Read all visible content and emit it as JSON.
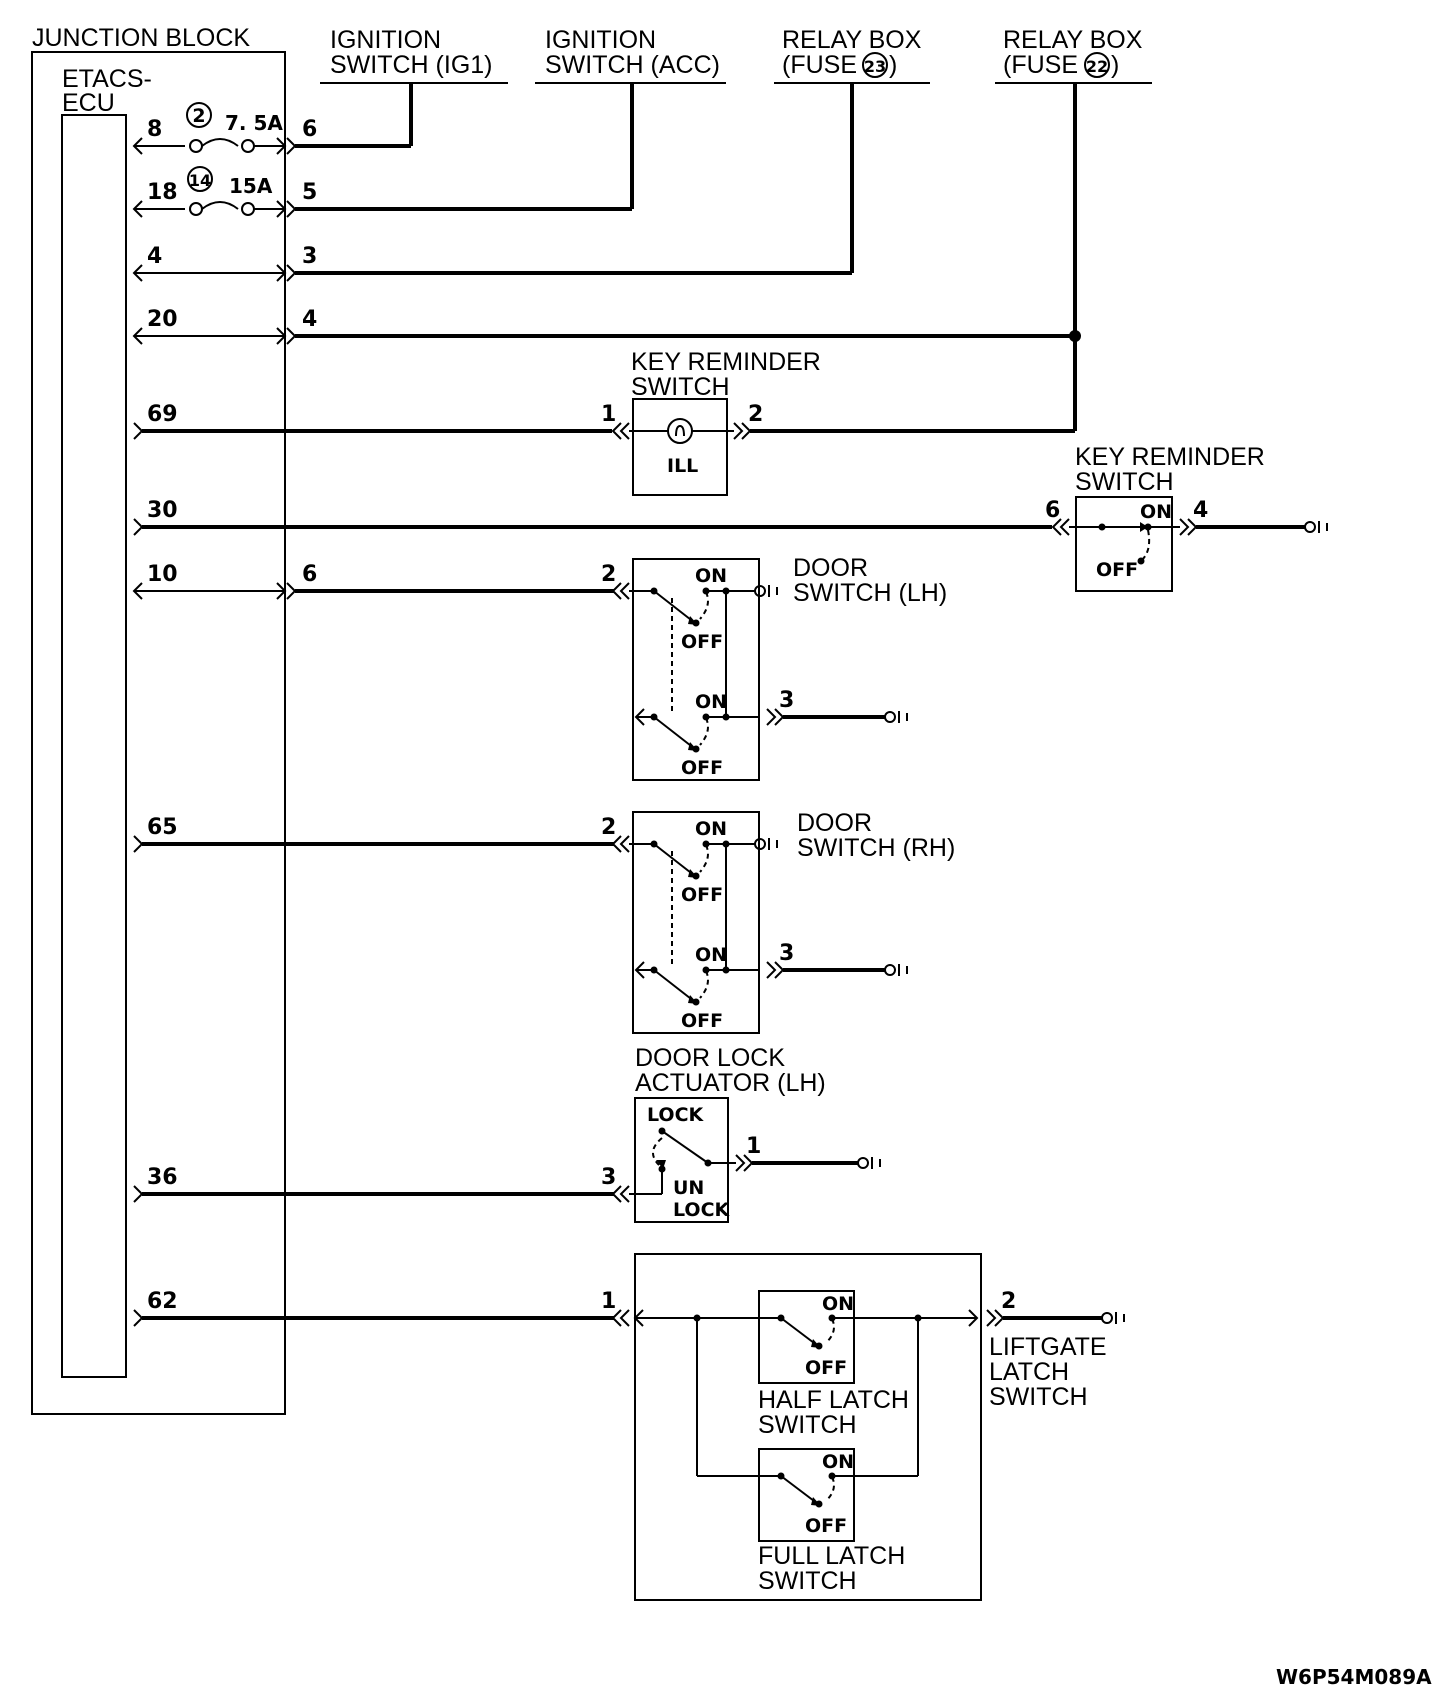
{
  "labels": {
    "junction_block": "JUNCTION BLOCK",
    "etacs_1": "ETACS-",
    "etacs_2": "ECU",
    "ig1_1": "IGNITION",
    "ig1_2": "SWITCH (IG1)",
    "acc_1": "IGNITION",
    "acc_2": "SWITCH (ACC)",
    "relay23_1": "RELAY BOX",
    "relay23_2a": "(FUSE",
    "relay23_num": "23",
    "relay23_2b": ")",
    "relay22_1": "RELAY BOX",
    "relay22_2a": "(FUSE",
    "relay22_num": "22",
    "relay22_2b": ")",
    "key_rem_1_1": "KEY REMINDER",
    "key_rem_1_2": "SWITCH",
    "key_rem_2_1": "KEY REMINDER",
    "key_rem_2_2": "SWITCH",
    "door_lh_1": "DOOR",
    "door_lh_2": "SWITCH (LH)",
    "door_rh_1": "DOOR",
    "door_rh_2": "SWITCH (RH)",
    "dla_1": "DOOR LOCK",
    "dla_2": "ACTUATOR (LH)",
    "half_1": "HALF LATCH",
    "half_2": "SWITCH",
    "full_1": "FULL LATCH",
    "full_2": "SWITCH",
    "liftgate_1": "LIFTGATE",
    "liftgate_2": "LATCH",
    "liftgate_3": "SWITCH",
    "diagram_code": "W6P54M089A"
  },
  "fuses": {
    "f1_num": "2",
    "f1_rating": "7. 5A",
    "f2_num": "14",
    "f2_rating": "15A"
  },
  "switch_text": {
    "ill": "ILL",
    "on": "ON",
    "off": "OFF",
    "lock": "LOCK",
    "un": "UN",
    "lock2": "LOCK"
  },
  "pins": {
    "ecu_8": "8",
    "jb_6": "6",
    "ecu_18": "18",
    "jb_5": "5",
    "ecu_4": "4",
    "jb_3": "3",
    "ecu_20": "20",
    "jb_4": "4",
    "ecu_69": "69",
    "krs1_1": "1",
    "krs1_2": "2",
    "ecu_30": "30",
    "krs2_6": "6",
    "krs2_4": "4",
    "ecu_10": "10",
    "jb_6b": "6",
    "dlh_2": "2",
    "dlh_3": "3",
    "ecu_65": "65",
    "drh_2": "2",
    "drh_3": "3",
    "ecu_36": "36",
    "dla_3": "3",
    "dla_1": "1",
    "ecu_62": "62",
    "lg_1": "1",
    "lg_2": "2"
  }
}
